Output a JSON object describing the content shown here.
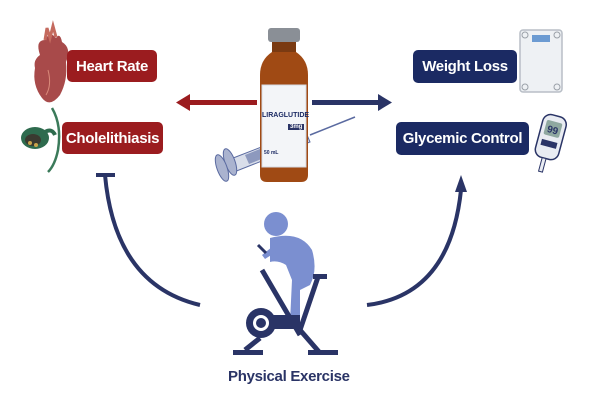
{
  "diagram": {
    "drug": {
      "name": "LIRAGLUTIDE",
      "dose": "3mg",
      "volume": "50 mL"
    },
    "left_effects": [
      {
        "label": "Heart Rate",
        "icon": "heart-icon"
      },
      {
        "label": "Cholelithiasis",
        "icon": "gallbladder-icon"
      }
    ],
    "right_effects": [
      {
        "label": "Weight Loss",
        "icon": "scale-icon"
      },
      {
        "label": "Glycemic Control",
        "icon": "glucometer-icon",
        "meter_reading": "99"
      }
    ],
    "modifier": {
      "label": "Physical Exercise",
      "icon": "exercise-bike-icon"
    },
    "colors": {
      "red": "#9b1c1f",
      "navy": "#1b2a63",
      "figure": "#7b8fd0",
      "bike": "#2a3466"
    }
  }
}
